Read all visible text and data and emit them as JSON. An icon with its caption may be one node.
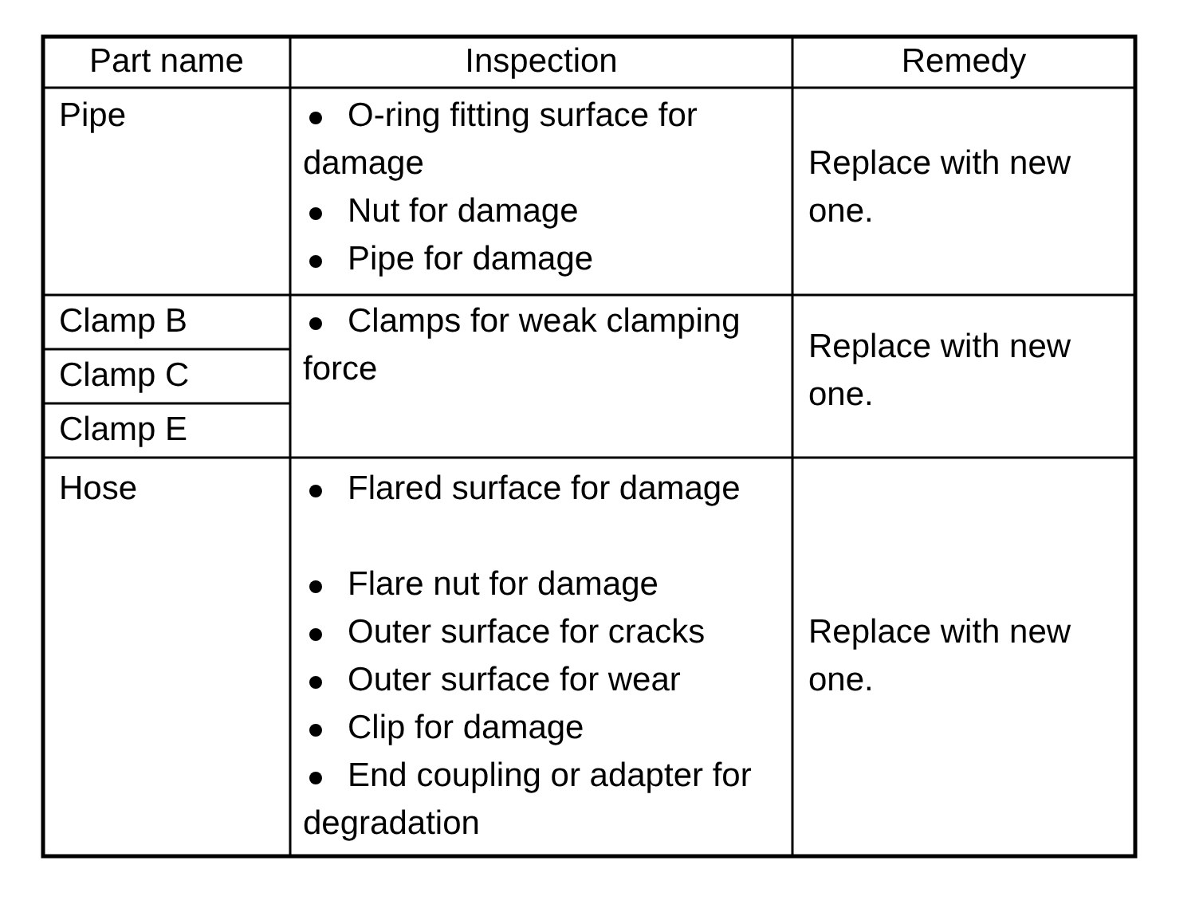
{
  "diagram": {
    "labels": [
      "Part name",
      "Inspection",
      "Remedy",
      "Pipe",
      "O-ring fitting surface for damage",
      "Nut for damage",
      "Pipe for damage",
      "Replace with new one.",
      "Clamp B",
      "Clamps for weak clamping force",
      "Clamp C",
      "Replace with new one.",
      "Clamp E",
      "Hose",
      "Flared surface for damage",
      "Flare nut for damage",
      "Outer surface for cracks",
      "Outer surface for wear",
      "Clip for damage",
      "End coupling or adapter for degradation",
      "Replace with new one."
    ]
  }
}
